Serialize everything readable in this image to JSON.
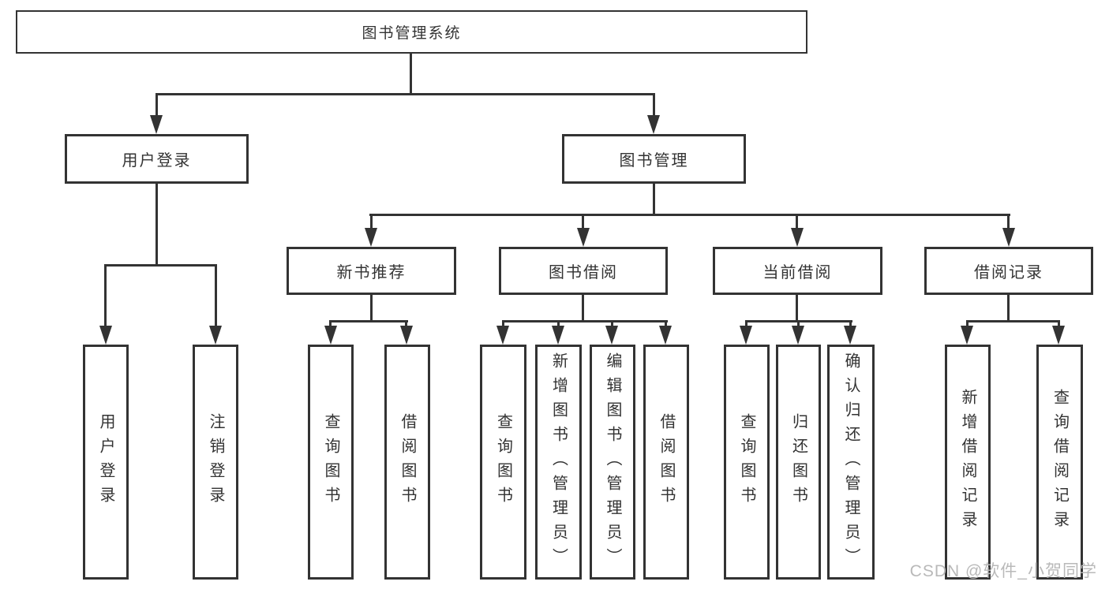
{
  "diagram": {
    "root": {
      "label": "图书管理系统"
    },
    "level2": [
      {
        "label": "用户登录"
      },
      {
        "label": "图书管理"
      }
    ],
    "level3": [
      {
        "label": "新书推荐"
      },
      {
        "label": "图书借阅"
      },
      {
        "label": "当前借阅"
      },
      {
        "label": "借阅记录"
      }
    ],
    "leaves": [
      {
        "label": "用户登录"
      },
      {
        "label": "注销登录"
      },
      {
        "label": "查询图书"
      },
      {
        "label": "借阅图书"
      },
      {
        "label": "查询图书"
      },
      {
        "label": "新增图书（管理员）"
      },
      {
        "label": "编辑图书（管理员）"
      },
      {
        "label": "借阅图书"
      },
      {
        "label": "查询图书"
      },
      {
        "label": "归还图书"
      },
      {
        "label": "确认归还（管理员）"
      },
      {
        "label": "新增借阅记录"
      },
      {
        "label": "查询借阅记录"
      }
    ]
  },
  "watermark": {
    "text": "CSDN @软件_小贺同学"
  },
  "colors": {
    "line": "#333333",
    "text": "#333333",
    "watermark": "#b9b9b9",
    "background": "#ffffff"
  }
}
